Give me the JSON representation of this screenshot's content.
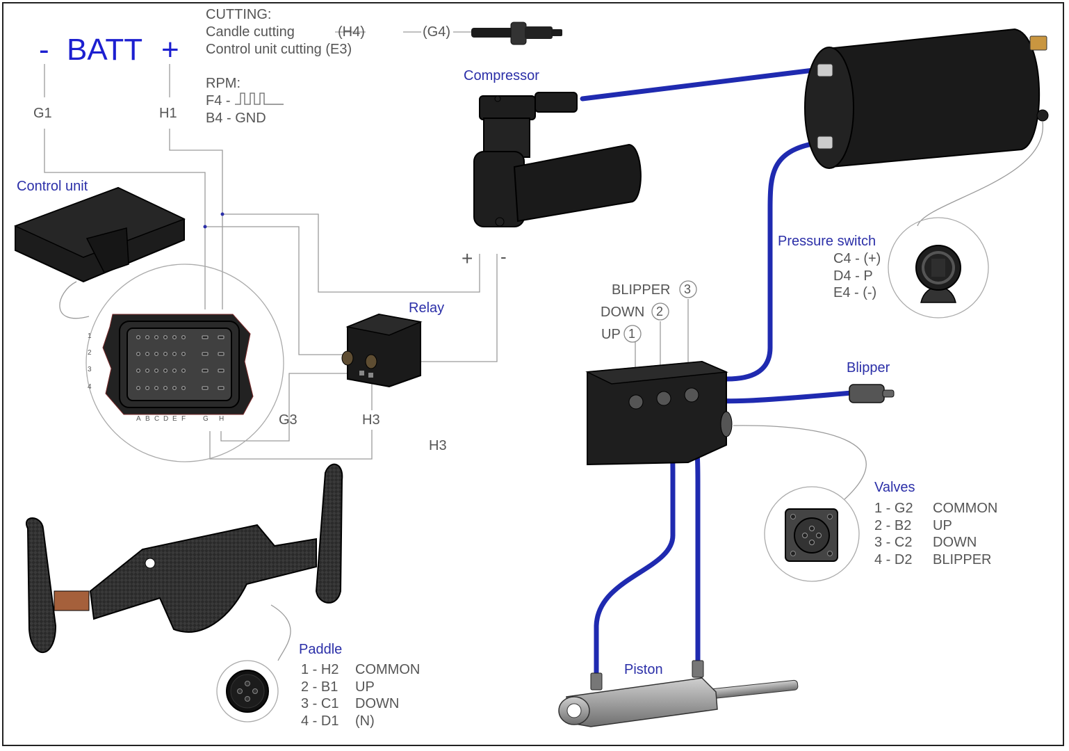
{
  "battery": {
    "minus": "-",
    "label": "BATT",
    "plus": "+",
    "neg_pin": "G1",
    "pos_pin": "H1"
  },
  "cutting": {
    "title": "CUTTING:",
    "candle": "Candle cutting",
    "candle_pin1": "(H4)",
    "candle_pin2": "(G4)",
    "control_unit": "Control unit cutting (E3)"
  },
  "rpm": {
    "title": "RPM:",
    "f4": "F4 -",
    "b4": "B4 - GND"
  },
  "components": {
    "control_unit": "Control unit",
    "compressor": "Compressor",
    "relay": "Relay",
    "pressure_switch": "Pressure switch",
    "blipper": "Blipper",
    "valves": "Valves",
    "paddle": "Paddle",
    "piston": "Piston"
  },
  "compressor_terminals": {
    "plus": "+",
    "minus": "-"
  },
  "relay_pins": {
    "g3": "G3",
    "h3": "H3",
    "h3_extra": "H3"
  },
  "connector": {
    "rows": [
      "1",
      "2",
      "3",
      "4"
    ],
    "cols": [
      "A",
      "B",
      "C",
      "D",
      "E",
      "F",
      "G",
      "H"
    ]
  },
  "valve_ports": [
    {
      "name": "UP",
      "num": "1"
    },
    {
      "name": "DOWN",
      "num": "2"
    },
    {
      "name": "BLIPPER",
      "num": "3"
    }
  ],
  "pressure_switch_pins": [
    "C4 - (+)",
    "D4 - P",
    "E4 - (-)"
  ],
  "valves_pins": [
    {
      "pin": "1 - G2",
      "fn": "COMMON"
    },
    {
      "pin": "2 - B2",
      "fn": "UP"
    },
    {
      "pin": "3 - C2",
      "fn": "DOWN"
    },
    {
      "pin": "4 - D2",
      "fn": "BLIPPER"
    }
  ],
  "paddle_pins": [
    {
      "pin": "1 - H2",
      "fn": "COMMON"
    },
    {
      "pin": "2 - B1",
      "fn": "UP"
    },
    {
      "pin": "3 - C1",
      "fn": "DOWN"
    },
    {
      "pin": "4 - D1",
      "fn": "(N)"
    }
  ],
  "colors": {
    "label_blue": "#2b2fa8",
    "batt_blue": "#1c1fd0",
    "hose_blue": "#1f2ab0",
    "wire_gray": "#9a9a9a",
    "body_black": "#1c1c1c"
  }
}
